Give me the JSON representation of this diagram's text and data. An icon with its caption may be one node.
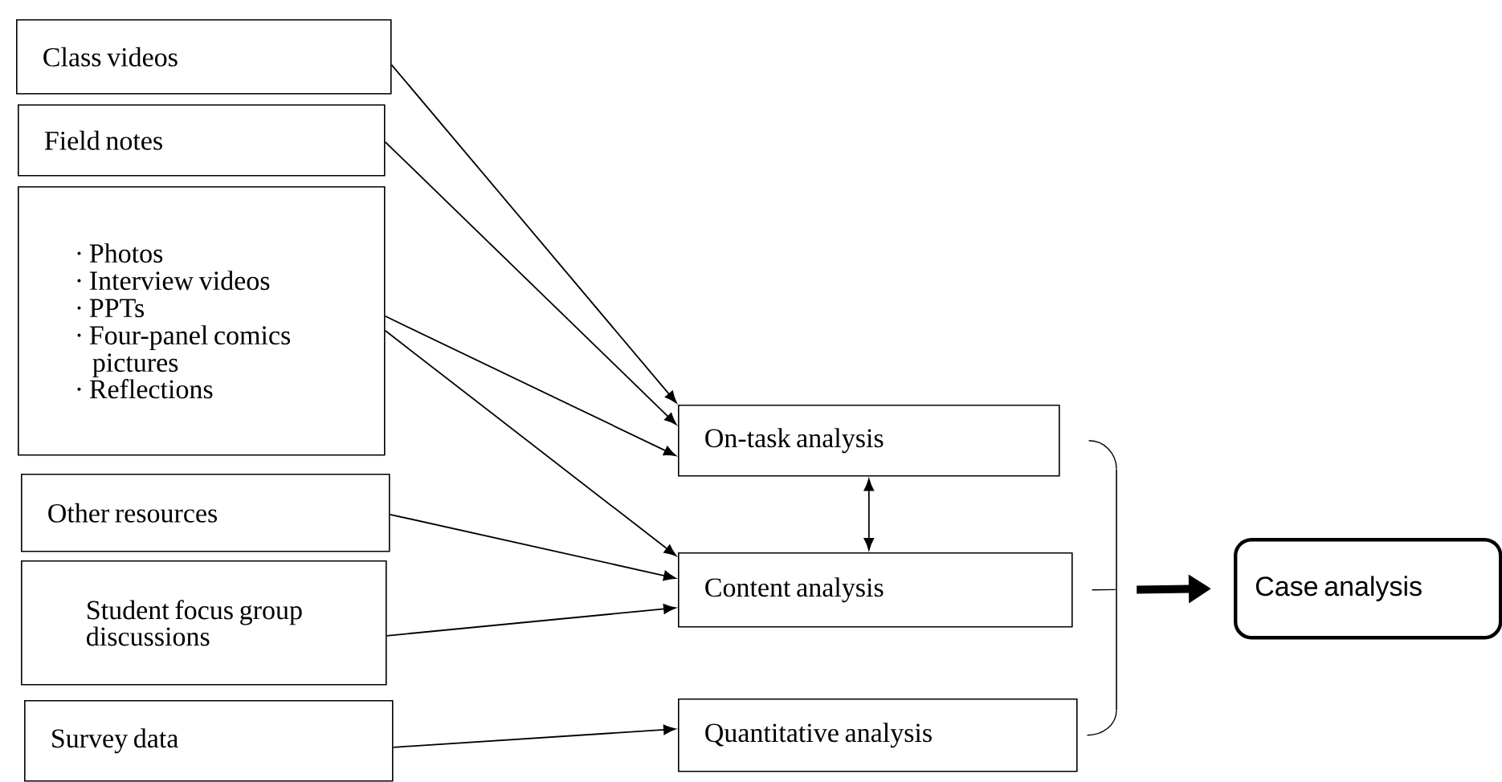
{
  "diagram": {
    "nodes": [
      {
        "text": [
          "Class videos"
        ]
      },
      {
        "text": [
          "Field notes"
        ]
      },
      {
        "text": [
          "· Photos",
          "· Interview videos",
          "· PPTs",
          "· Four-panel comics pictures",
          "· Reflections"
        ]
      },
      {
        "text": [
          "Other resources"
        ]
      },
      {
        "text": [
          "Student focus group discussions"
        ]
      },
      {
        "text": [
          "Survey data"
        ]
      },
      {
        "text": [
          "On-task analysis"
        ]
      },
      {
        "text": [
          "Content analysis"
        ]
      },
      {
        "text": [
          "Quantitative analysis"
        ]
      },
      {
        "text": [
          "Case analysis"
        ]
      },
      {
        "text": [],
        "shape": "bracket"
      }
    ],
    "edges": [
      {
        "from": 0,
        "to": 6,
        "arrow": "to"
      },
      {
        "from": 1,
        "to": 6,
        "arrow": "to"
      },
      {
        "from": 2,
        "to": 6,
        "arrow": "to"
      },
      {
        "from": 2,
        "to": 7,
        "arrow": "to"
      },
      {
        "from": 3,
        "to": 7,
        "arrow": "to"
      },
      {
        "from": 4,
        "to": 7,
        "arrow": "to"
      },
      {
        "from": 5,
        "to": 8,
        "arrow": "to"
      },
      {
        "from": 6,
        "to": 7,
        "arrow": "both"
      },
      {
        "from": 6,
        "to": 10,
        "arrow": "none"
      },
      {
        "from": 7,
        "to": 10,
        "arrow": "none"
      },
      {
        "from": 8,
        "to": 10,
        "arrow": "none"
      },
      {
        "from": 10,
        "to": 9,
        "arrow": "to",
        "style": "thick"
      }
    ]
  }
}
